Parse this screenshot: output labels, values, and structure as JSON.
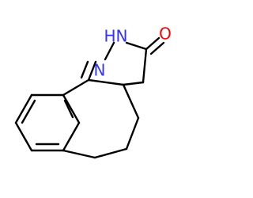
{
  "molecule": {
    "colors": {
      "background": "#ffffff",
      "bond": "#000000",
      "nitrogen": "#3333ff",
      "oxygen": "#ff0000"
    },
    "atoms": {
      "n1": "N",
      "n2": "N",
      "h_on_n2": "H",
      "o": "O"
    }
  }
}
